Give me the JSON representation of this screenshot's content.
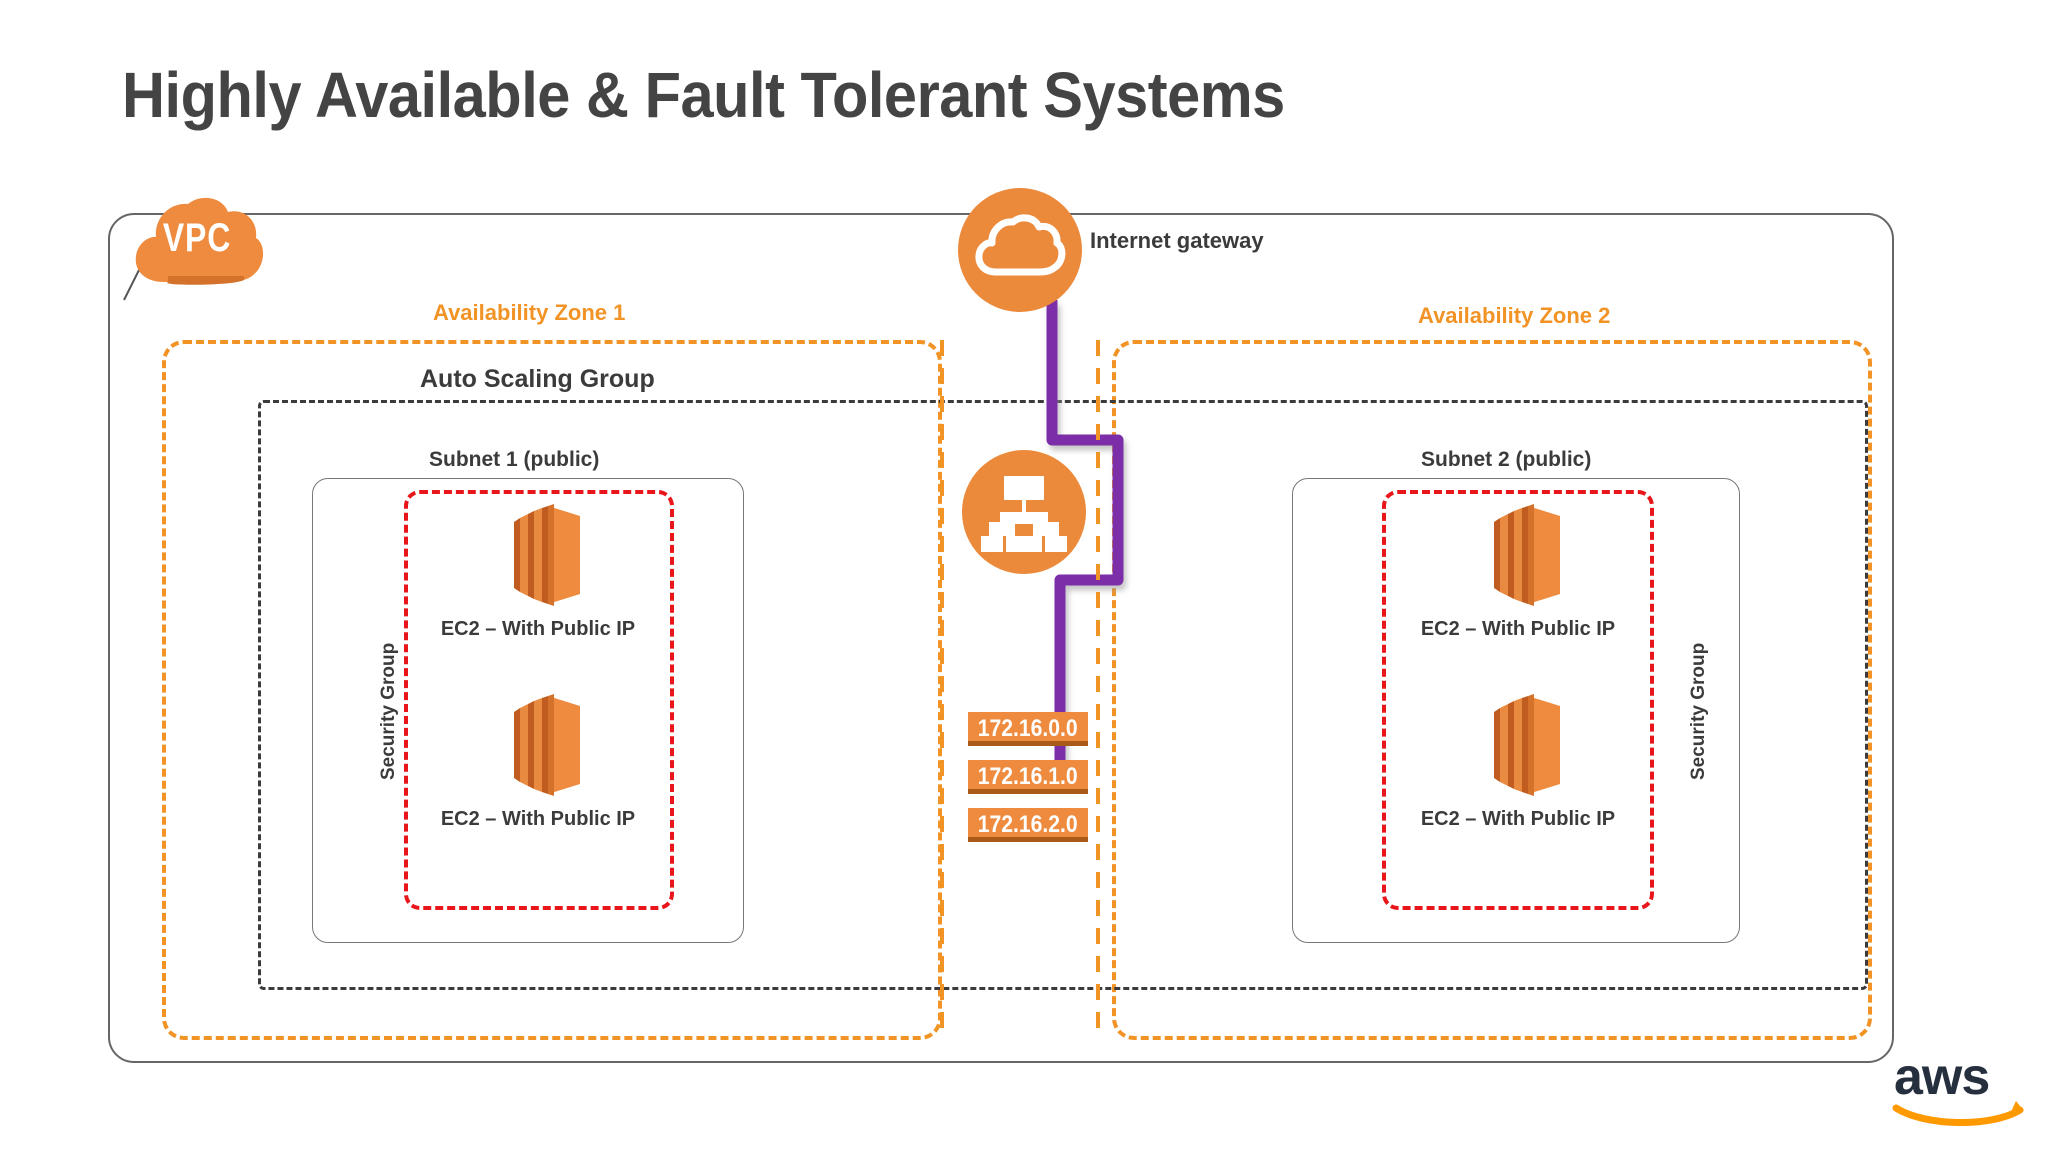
{
  "title": "Highly Available & Fault Tolerant Systems",
  "vpc": {
    "badge_label": "VPC",
    "icon": "cloud-icon"
  },
  "internet_gateway": {
    "label": "Internet gateway",
    "icon": "internet-gateway-cloud-icon"
  },
  "router": {
    "icon": "router-tree-icon"
  },
  "availability_zones": [
    {
      "label": "Availability Zone 1"
    },
    {
      "label": "Availability Zone 2"
    }
  ],
  "auto_scaling_group": {
    "label": "Auto Scaling Group"
  },
  "subnets": [
    {
      "label": "Subnet 1 (public)"
    },
    {
      "label": "Subnet 2 (public)"
    }
  ],
  "security_groups": [
    {
      "label": "Security Group"
    },
    {
      "label": "Security Group"
    }
  ],
  "instances": [
    {
      "label": "EC2 – With Public IP",
      "icon": "ec2-instance-icon",
      "zone": "Availability Zone 1"
    },
    {
      "label": "EC2 – With Public IP",
      "icon": "ec2-instance-icon",
      "zone": "Availability Zone 1"
    },
    {
      "label": "EC2 – With Public IP",
      "icon": "ec2-instance-icon",
      "zone": "Availability Zone 2"
    },
    {
      "label": "EC2 – With Public IP",
      "icon": "ec2-instance-icon",
      "zone": "Availability Zone 2"
    }
  ],
  "cidr_blocks": [
    {
      "label": "172.16.0.0",
      "color": "#1F6FB2"
    },
    {
      "label": "172.16.1.0",
      "color": "#7B2FA8"
    },
    {
      "label": "172.16.2.0",
      "color": "#C00000"
    }
  ],
  "brand": {
    "name": "aws",
    "text_color": "#252F3E",
    "swoosh_color": "#F90"
  },
  "colors": {
    "aws_orange": "#F29325",
    "icon_orange": "#EC8A3C",
    "chip_orange": "#EE8B3E",
    "chip_shadow": "#A85A19",
    "security_red": "#E8161A",
    "dark_gray": "#3B3B3B",
    "boundary_gray": "#666666",
    "route_blue": "#1F6FB2",
    "route_purple": "#7B2FA8",
    "route_red": "#C00000"
  }
}
